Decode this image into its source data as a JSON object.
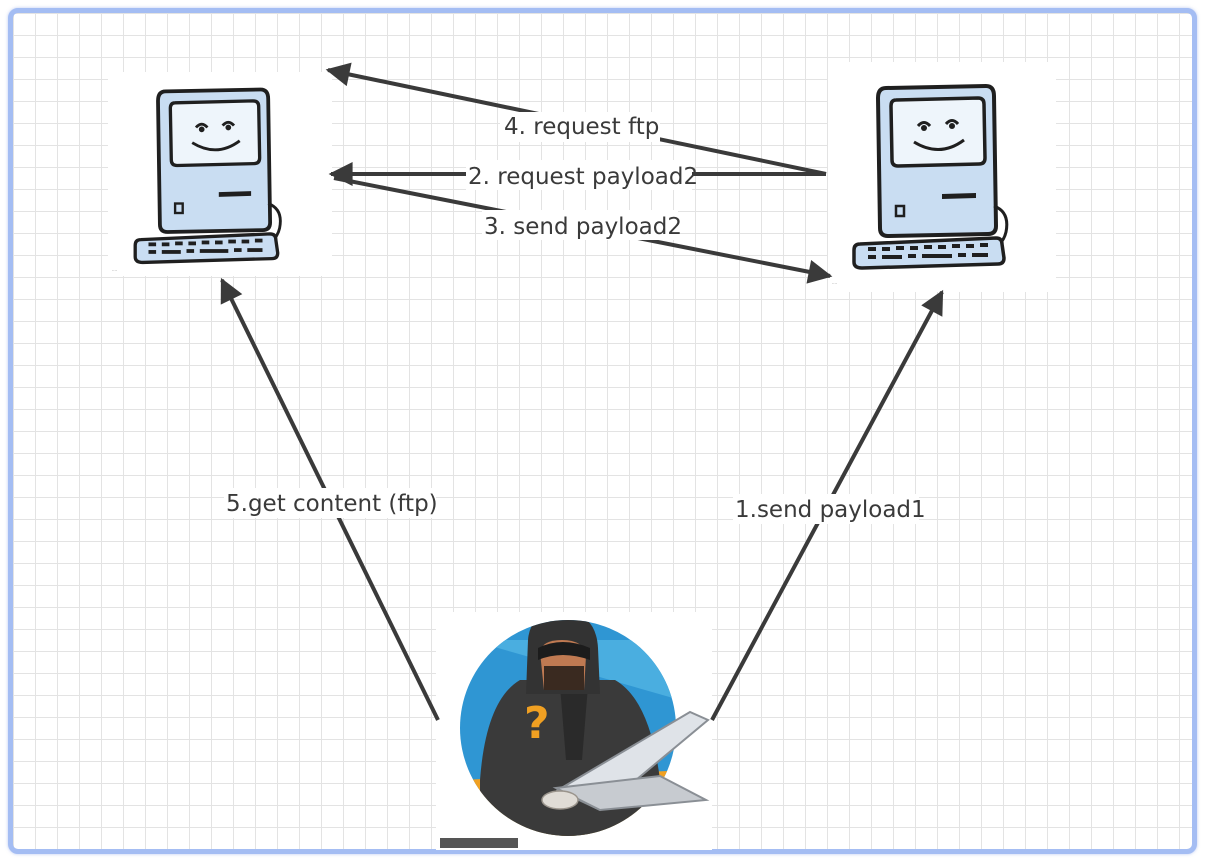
{
  "nodes": {
    "left_computer": {
      "icon": "retro-computer-icon"
    },
    "right_computer": {
      "icon": "retro-computer-icon"
    },
    "attacker": {
      "icon": "hooded-hacker-icon"
    }
  },
  "edges": [
    {
      "id": "edge-1",
      "label": "1.send payload1",
      "from": "attacker",
      "to": "right_computer"
    },
    {
      "id": "edge-2",
      "label": "2. request payload2",
      "from": "right_computer",
      "to": "left_computer"
    },
    {
      "id": "edge-3",
      "label": "3. send payload2",
      "from": "left_computer",
      "to": "right_computer"
    },
    {
      "id": "edge-4",
      "label": "4. request ftp",
      "from": "right_computer",
      "to": "left_computer"
    },
    {
      "id": "edge-5",
      "label": "5.get content (ftp)",
      "from": "attacker",
      "to": "left_computer"
    }
  ],
  "colors": {
    "frame": "#a4bdf3",
    "grid": "#e3e3e3",
    "arrow": "#3a3a3a",
    "screen": "#c9ddf2",
    "circle_blue": "#2f96d3",
    "hood": "#333333",
    "accent_orange": "#f0a022"
  }
}
